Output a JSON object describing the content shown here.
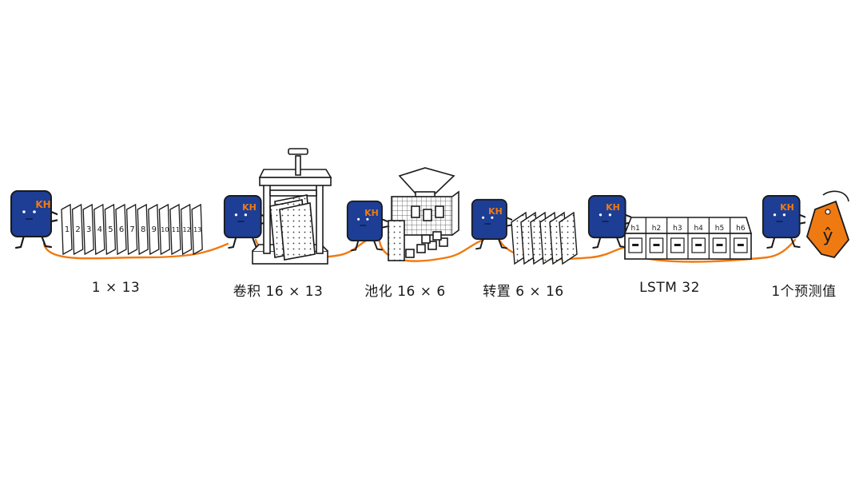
{
  "mascot": {
    "badge": "KH"
  },
  "stages": [
    {
      "id": "input",
      "label": "1 × 13"
    },
    {
      "id": "conv",
      "label": "卷积 16 × 13"
    },
    {
      "id": "pool",
      "label": "池化 16 × 6"
    },
    {
      "id": "transpose",
      "label": "转置 6 × 16"
    },
    {
      "id": "lstm",
      "label": "LSTM 32"
    },
    {
      "id": "output",
      "label": "1个预测值"
    }
  ],
  "input_cards": [
    "1",
    "2",
    "3",
    "4",
    "5",
    "6",
    "7",
    "8",
    "9",
    "10",
    "11",
    "12",
    "13"
  ],
  "lstm_cells": [
    "h1",
    "h2",
    "h3",
    "h4",
    "h5",
    "h6"
  ],
  "output_tag": "ŷ",
  "colors": {
    "mascot": "#1d3e94",
    "accent": "#f07a12",
    "ink": "#1a1a1a"
  }
}
